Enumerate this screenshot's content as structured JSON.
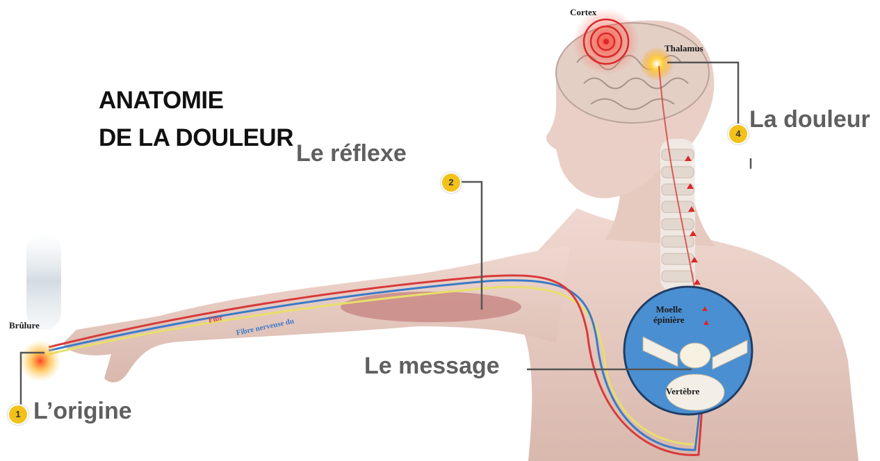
{
  "title": {
    "line1": "ANATOMIE",
    "line2": "DE LA DOULEUR"
  },
  "steps": [
    {
      "number": "1",
      "label": "L’origine"
    },
    {
      "number": "2",
      "label": "Le réflexe"
    },
    {
      "number": "",
      "label": "Le message"
    },
    {
      "number": "4",
      "label": "La douleur"
    }
  ],
  "annotations": {
    "burn": "Brûlure",
    "cortex": "Cortex",
    "thalamus": "Thalamus",
    "spinal_cord_line1": "Moelle",
    "spinal_cord_line2": "épinière",
    "vertebra": "Vertèbre",
    "fibre_red": "Fibr",
    "fibre_blue": "Fibre nerveuse du"
  },
  "colors": {
    "badge": "#f2c21b",
    "skin": "#e9cfc6",
    "inset_circle": "#4a8fd1",
    "red_fibre": "#d83a3a",
    "blue_fibre": "#3a7ac8",
    "yellow_fibre": "#e8df6a",
    "leader_line": "#555555"
  }
}
